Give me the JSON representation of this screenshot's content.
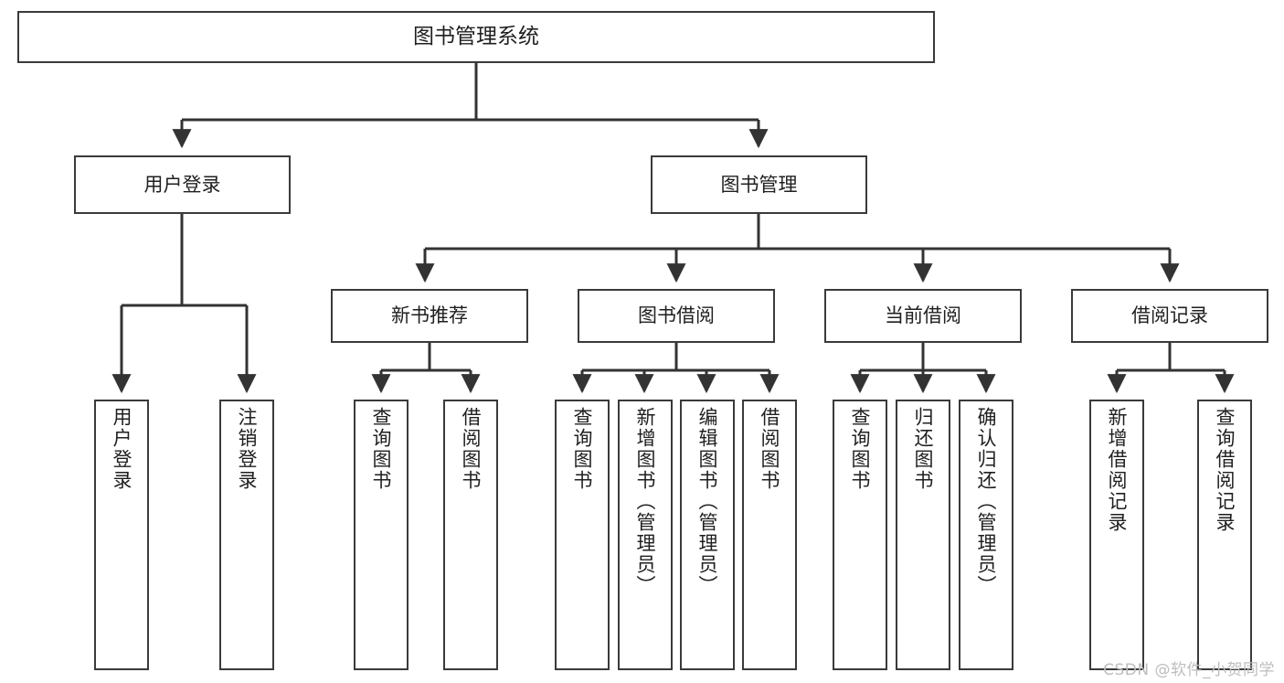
{
  "diagram": {
    "title": "图书管理系统",
    "type": "tree",
    "watermark": "CSDN @软件_小贺同学",
    "colors": {
      "box_border": "#3a3a3a",
      "box_fill": "#ffffff",
      "line": "#333333",
      "text": "#1f1f1f",
      "watermark": "#bdbdbd",
      "background": "#ffffff"
    },
    "root": {
      "label": "图书管理系统"
    },
    "level1": [
      {
        "label": "用户登录"
      },
      {
        "label": "图书管理"
      }
    ],
    "level2": [
      {
        "label": "新书推荐"
      },
      {
        "label": "图书借阅"
      },
      {
        "label": "当前借阅"
      },
      {
        "label": "借阅记录"
      }
    ],
    "leaves": {
      "user_login": [
        {
          "label": "用户登录"
        },
        {
          "label": "注销登录"
        }
      ],
      "new_book_recommend": [
        {
          "label": "查询图书"
        },
        {
          "label": "借阅图书"
        }
      ],
      "book_borrow": [
        {
          "label": "查询图书"
        },
        {
          "label": "新增图书（管理员）"
        },
        {
          "label": "编辑图书（管理员）"
        },
        {
          "label": "借阅图书"
        }
      ],
      "current_borrow": [
        {
          "label": "查询图书"
        },
        {
          "label": "归还图书"
        },
        {
          "label": "确认归还（管理员）"
        }
      ],
      "borrow_record": [
        {
          "label": "新增借阅记录"
        },
        {
          "label": "查询借阅记录"
        }
      ]
    }
  }
}
